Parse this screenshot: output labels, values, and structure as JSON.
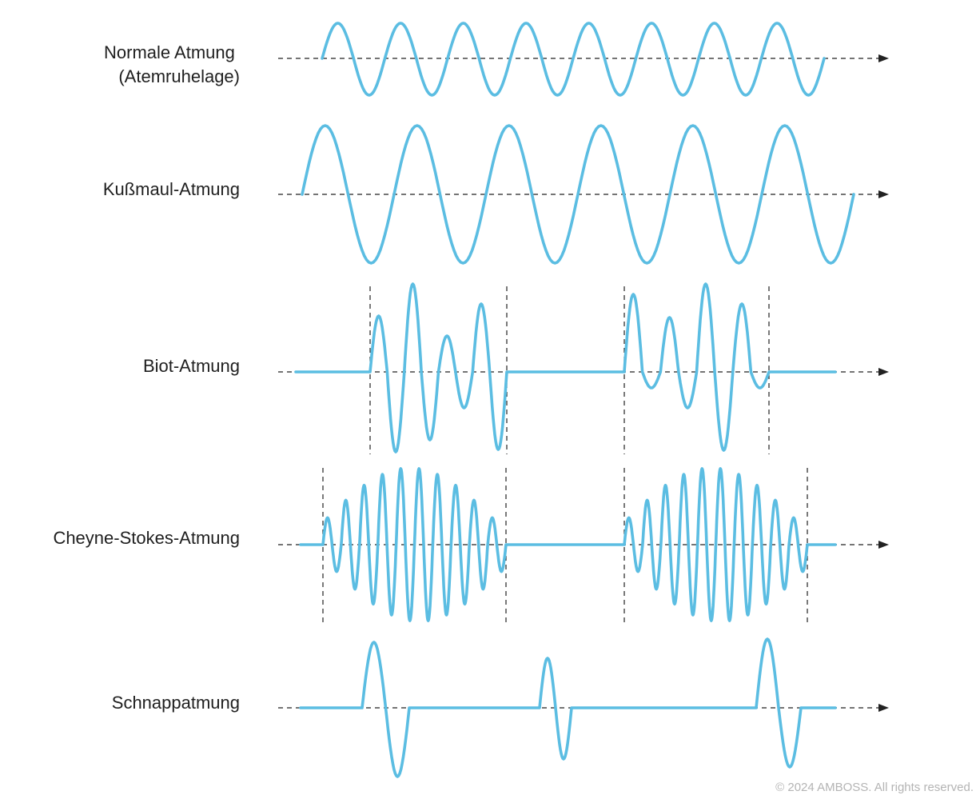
{
  "figure": {
    "rows": [
      {
        "id": "normal",
        "label_lines": [
          "Normale Atmung",
          "(Atemruhelage)"
        ]
      },
      {
        "id": "kussmaul",
        "label_lines": [
          "Kußmaul-Atmung"
        ]
      },
      {
        "id": "biot",
        "label_lines": [
          "Biot-Atmung"
        ]
      },
      {
        "id": "cheyne",
        "label_lines": [
          "Cheyne-Stokes-Atmung"
        ]
      },
      {
        "id": "gasp",
        "label_lines": [
          "Schnappatmung"
        ]
      }
    ],
    "colors": {
      "waveform": "#5bbde2",
      "axis": "#222222",
      "label": "#1f1f1f",
      "copyright": "#b4b4b4"
    }
  },
  "footer": {
    "copyright": "© 2024 AMBOSS. All rights reserved."
  }
}
